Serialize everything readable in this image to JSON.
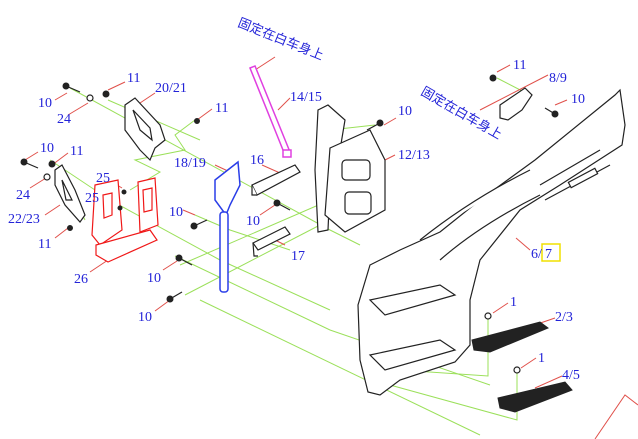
{
  "annotations": {
    "fix_to_body_1": "固定在白车身上",
    "fix_to_body_2": "固定在白车身上"
  },
  "labels": {
    "p14_15": "14/15",
    "p10_a": "10",
    "p24_a": "24",
    "p11_a": "11",
    "p20_21": "20/21",
    "p11_b": "11",
    "p10_b": "10",
    "p11_c": "11",
    "p24_b": "24",
    "p22_23": "22/23",
    "p25_a": "25",
    "p25_b": "25",
    "p11_d": "11",
    "p26": "26",
    "p18_19": "18/19",
    "p16": "16",
    "p10_c": "10",
    "p10_d": "10",
    "p17": "17",
    "p10_e": "10",
    "p10_f": "10",
    "p12_13": "12/13",
    "p10_g": "10",
    "p11_e": "11",
    "p8_9": "8/9",
    "p10_h": "10",
    "p6": "6/",
    "p7": "7",
    "p1_a": "1",
    "p2_3": "2/3",
    "p1_b": "1",
    "p4_5": "4/5"
  },
  "colors": {
    "label": "#2323d8",
    "leader": "#e0504a",
    "guide": "#9be05a",
    "highlight": "#f0e000"
  }
}
